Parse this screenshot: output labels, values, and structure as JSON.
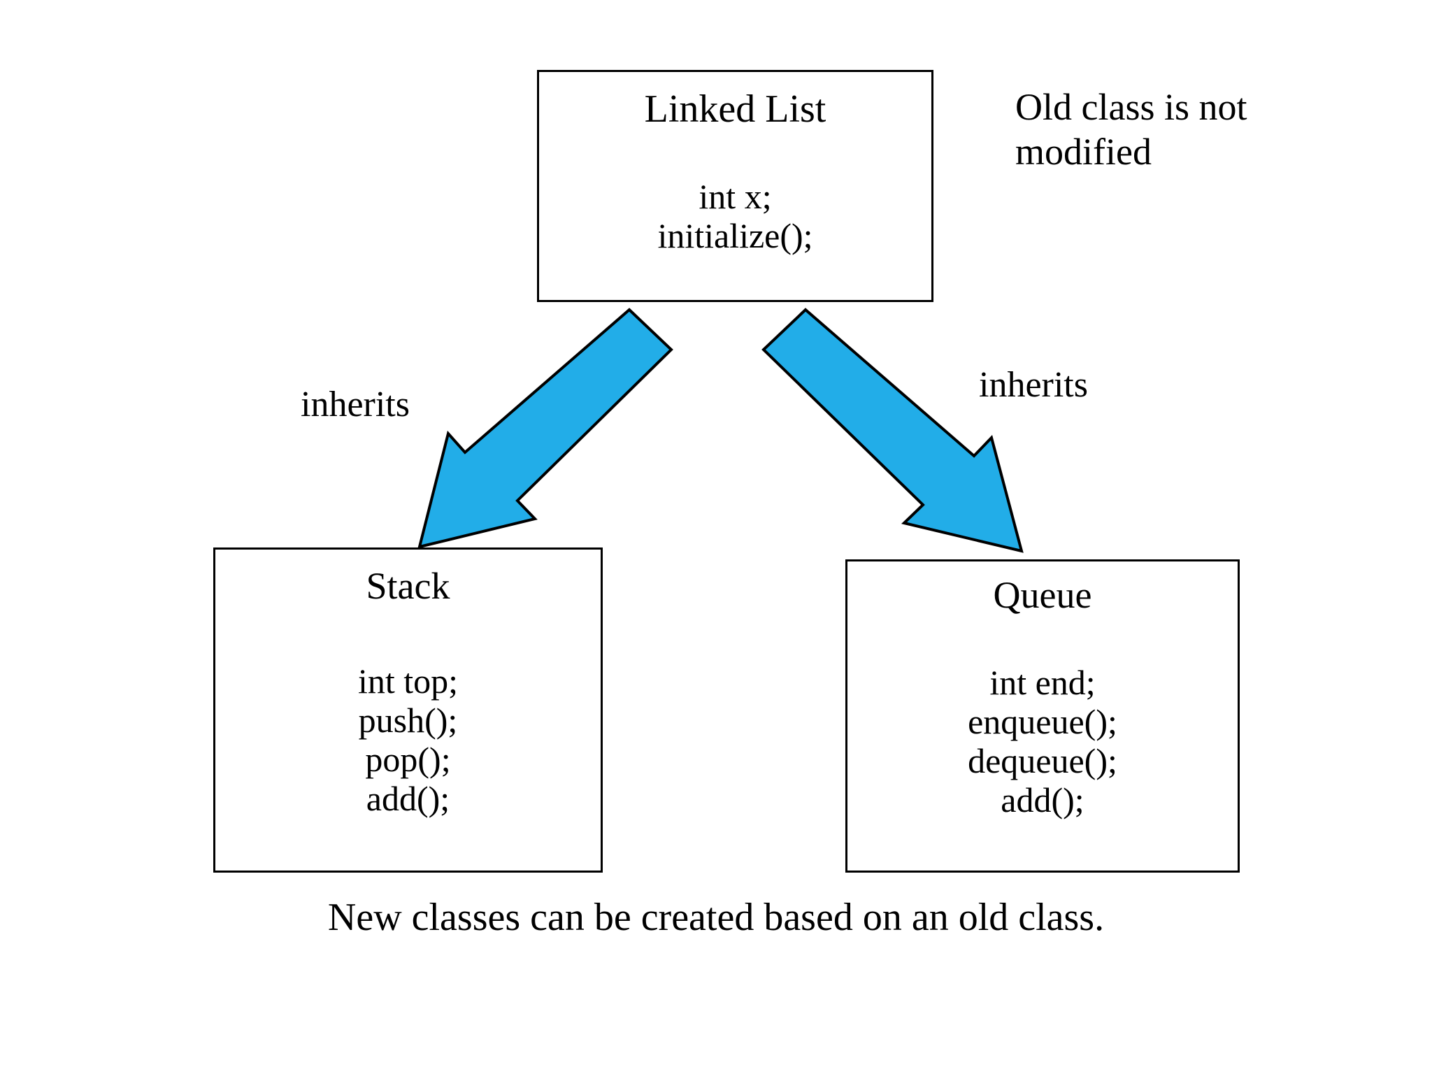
{
  "diagram": {
    "title_note": "Old class is not modified",
    "caption": "New classes can be created based on an old class.",
    "accent_color": "#22ADE8",
    "outline_color": "#000000",
    "background_color": "#FFFFFF",
    "classes": [
      {
        "id": "linked-list",
        "name": "Linked List",
        "members": [
          "int x;",
          "initialize();"
        ]
      },
      {
        "id": "stack",
        "name": "Stack",
        "members": [
          "int top;",
          "push();",
          "pop();",
          "add();"
        ]
      },
      {
        "id": "queue",
        "name": "Queue",
        "members": [
          "int end;",
          "enqueue();",
          "dequeue();",
          "add();"
        ]
      }
    ],
    "relationships": [
      {
        "id": "inherits-left",
        "label": "inherits",
        "from": "linked-list",
        "to": "stack",
        "direction": "down-left"
      },
      {
        "id": "inherits-right",
        "label": "inherits",
        "from": "linked-list",
        "to": "queue",
        "direction": "down-right"
      }
    ]
  }
}
